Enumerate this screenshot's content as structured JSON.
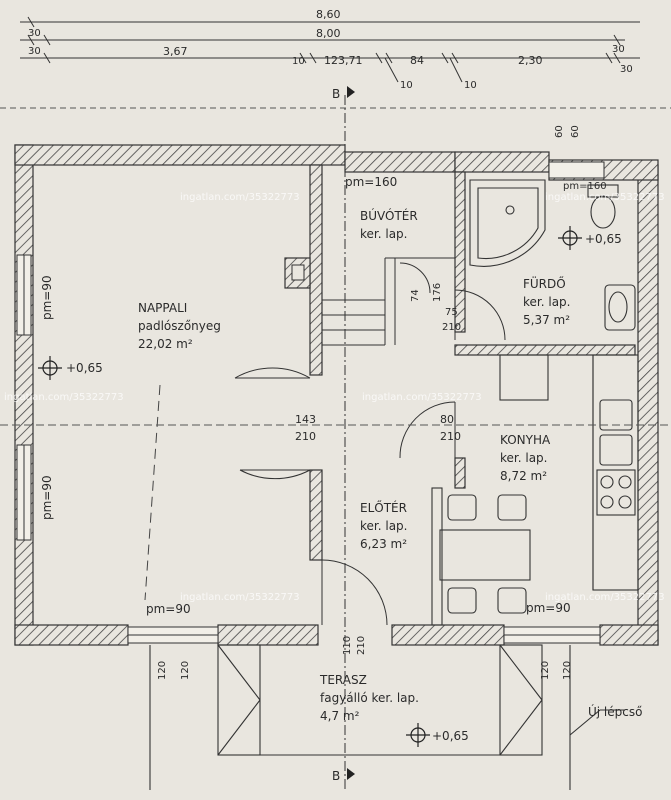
{
  "dimensions": {
    "top_total": "8,60",
    "inner_total": "8,00",
    "seg_30_a": "30",
    "seg_30_b": "30",
    "seg_367": "3,67",
    "seg_10_a": "10",
    "seg_12371": "123,71",
    "seg_84": "84",
    "seg_10_b": "10",
    "seg_10_c": "10",
    "seg_230": "2,30",
    "seg_30_c": "30",
    "seg_30_d": "30",
    "v60_a": "60",
    "v60_b": "60"
  },
  "section_marker": "B",
  "rooms": {
    "nappali": {
      "name": "NAPPALI",
      "floor": "padlószőnyeg",
      "area": "22,02 m²"
    },
    "buvoter": {
      "name": "BÚVÓTÉR",
      "floor": "ker. lap."
    },
    "furdo": {
      "name": "FÜRDŐ",
      "floor": "ker. lap.",
      "area": "5,37 m²"
    },
    "konyha": {
      "name": "KONYHA",
      "floor": "ker. lap.",
      "area": "8,72 m²"
    },
    "eloter": {
      "name": "ELŐTÉR",
      "floor": "ker. lap.",
      "area": "6,23 m²"
    },
    "terasz": {
      "name": "TERASZ",
      "floor": "fagyálló ker. lap.",
      "area": "4,7 m²"
    }
  },
  "levels": {
    "nappali": "+0,65",
    "furdo": "+0,65",
    "terasz": "+0,65"
  },
  "labels": {
    "pm160": "pm=160",
    "pm160_bath": "pm=160",
    "pm90_left_top": "pm=90",
    "pm90_left_bottom": "pm=90",
    "pm90_bottom": "pm=90",
    "pm90_kitchen": "pm=90",
    "uj_lepcso": "Új lépcső"
  },
  "doors": {
    "stair_74": "74",
    "stair_176": "176",
    "bath_75": "75",
    "bath_210": "210",
    "living_143": "143",
    "living_210": "210",
    "kitchen_80": "80",
    "kitchen_210": "210",
    "entry_110": "110",
    "entry_210": "210",
    "terrace_120_a": "120",
    "terrace_120_b": "120",
    "terrace_120_c": "120",
    "terrace_120_d": "120"
  },
  "watermark": "ingatlan.com/35322773"
}
